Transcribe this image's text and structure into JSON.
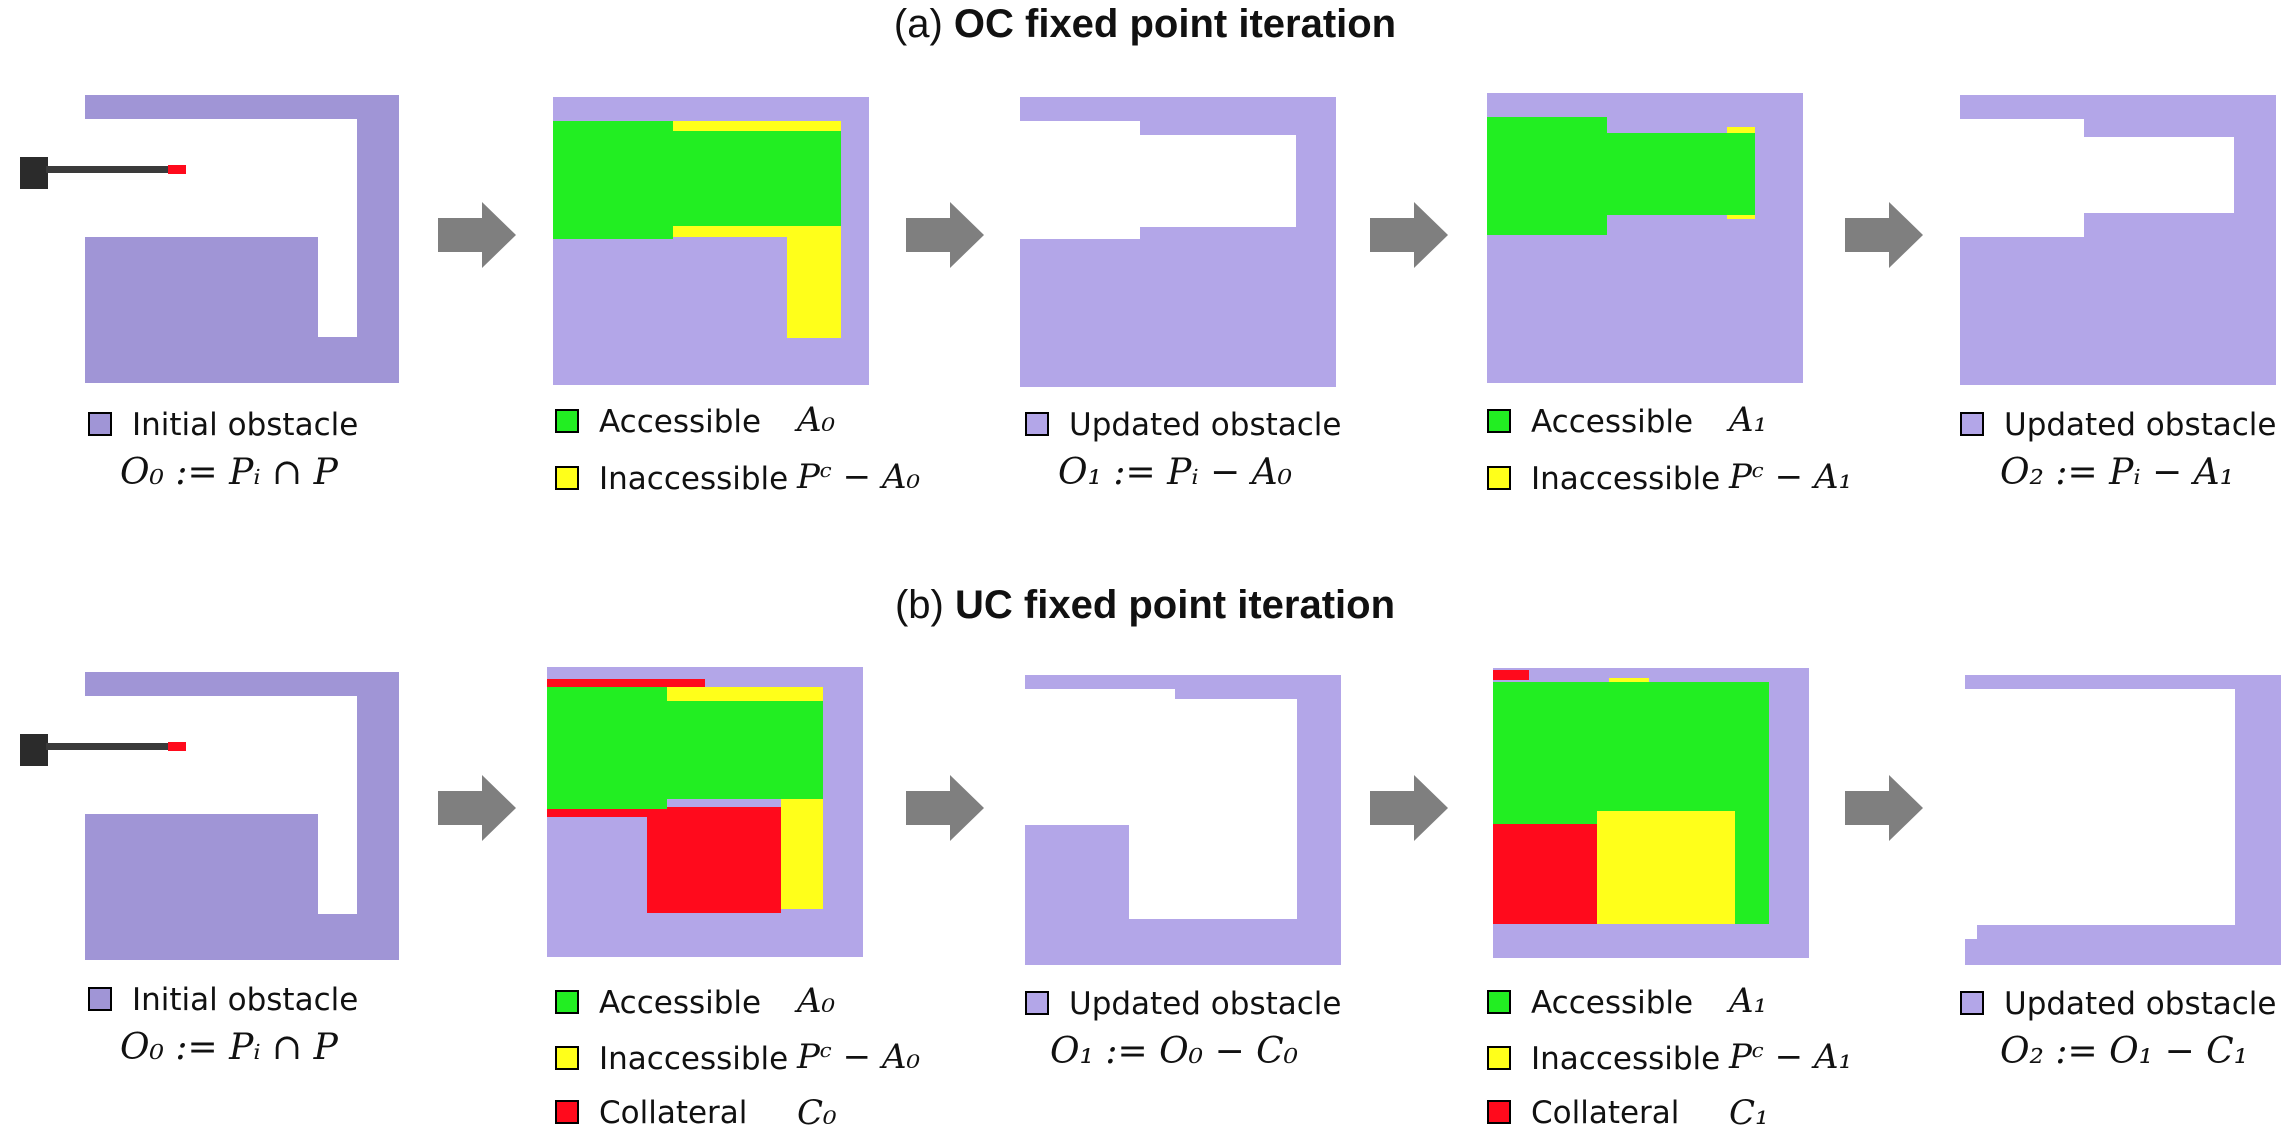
{
  "colors": {
    "obstacle": "#b3a6e8",
    "obstacle_initial": "#a095d6",
    "accessible": "#22ee22",
    "inaccessible": "#ffff1a",
    "collateral": "#ff0a1c",
    "arrow": "#7f7f7f",
    "tool": "#333333"
  },
  "rows": [
    {
      "title_prefix": "(a)",
      "title_bold": "OC fixed point iteration",
      "panels": [
        {
          "legend": [
            {
              "color": "obstacle_initial",
              "label": "Initial obstacle",
              "math": ""
            }
          ],
          "formula": "O₀ := Pᵢ ∩ P"
        },
        {
          "legend": [
            {
              "color": "accessible",
              "label": "Accessible",
              "math": "A₀"
            },
            {
              "color": "inaccessible",
              "label": "Inaccessible",
              "math": "Pᶜ − A₀"
            }
          ],
          "formula": ""
        },
        {
          "legend": [
            {
              "color": "obstacle",
              "label": "Updated obstacle",
              "math": ""
            }
          ],
          "formula": "O₁ := Pᵢ − A₀"
        },
        {
          "legend": [
            {
              "color": "accessible",
              "label": "Accessible",
              "math": "A₁"
            },
            {
              "color": "inaccessible",
              "label": "Inaccessible",
              "math": "Pᶜ − A₁"
            }
          ],
          "formula": ""
        },
        {
          "legend": [
            {
              "color": "obstacle",
              "label": "Updated obstacle",
              "math": ""
            }
          ],
          "formula": "O₂ := Pᵢ − A₁"
        }
      ]
    },
    {
      "title_prefix": "(b)",
      "title_bold": "UC fixed point iteration",
      "panels": [
        {
          "legend": [
            {
              "color": "obstacle_initial",
              "label": "Initial obstacle",
              "math": ""
            }
          ],
          "formula": "O₀ := Pᵢ ∩ P"
        },
        {
          "legend": [
            {
              "color": "accessible",
              "label": "Accessible",
              "math": "A₀"
            },
            {
              "color": "inaccessible",
              "label": "Inaccessible",
              "math": "Pᶜ − A₀"
            },
            {
              "color": "collateral",
              "label": "Collateral",
              "math": "C₀"
            }
          ],
          "formula": ""
        },
        {
          "legend": [
            {
              "color": "obstacle",
              "label": "Updated obstacle",
              "math": ""
            }
          ],
          "formula": "O₁ := O₀ − C₀"
        },
        {
          "legend": [
            {
              "color": "accessible",
              "label": "Accessible",
              "math": "A₁"
            },
            {
              "color": "inaccessible",
              "label": "Inaccessible",
              "math": "Pᶜ − A₁"
            },
            {
              "color": "collateral",
              "label": "Collateral",
              "math": "C₁"
            }
          ],
          "formula": ""
        },
        {
          "legend": [
            {
              "color": "obstacle",
              "label": "Updated obstacle",
              "math": ""
            }
          ],
          "formula": "O₂ := O₁ − C₁"
        }
      ]
    }
  ]
}
